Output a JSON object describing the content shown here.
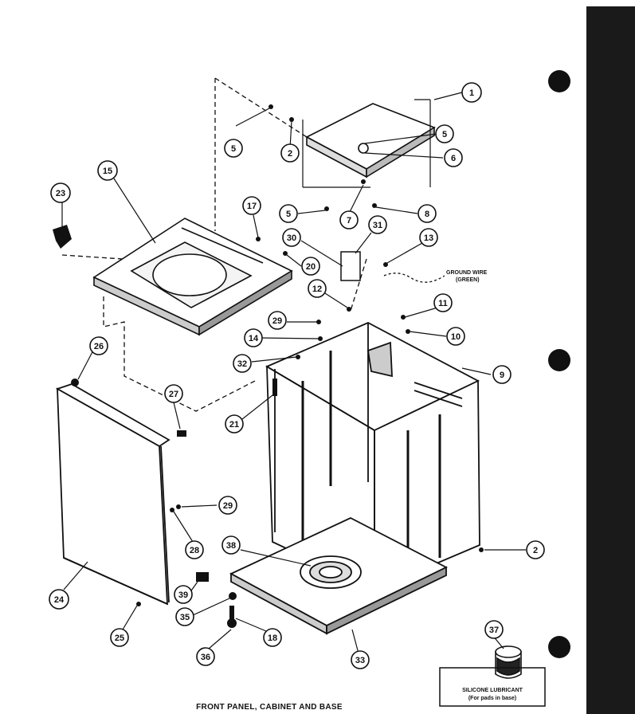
{
  "caption": "FRONT PANEL, CABINET AND BASE",
  "ground_wire": {
    "line1": "GROUND WIRE",
    "line2": "(GREEN)"
  },
  "lubricant": {
    "line1": "SILICONE LUBRICANT",
    "line2": "(For pads in base)"
  },
  "callouts": [
    "1",
    "2",
    "5",
    "5",
    "6",
    "5",
    "7",
    "8",
    "9",
    "10",
    "11",
    "12",
    "13",
    "14",
    "15",
    "17",
    "20",
    "21",
    "23",
    "24",
    "25",
    "26",
    "27",
    "28",
    "29",
    "29",
    "30",
    "31",
    "32",
    "33",
    "35",
    "36",
    "37",
    "38",
    "39",
    "18",
    "2"
  ],
  "colors": {
    "ink": "#111111",
    "paper": "#ffffff",
    "edge_bar": "#1a1a1a"
  }
}
